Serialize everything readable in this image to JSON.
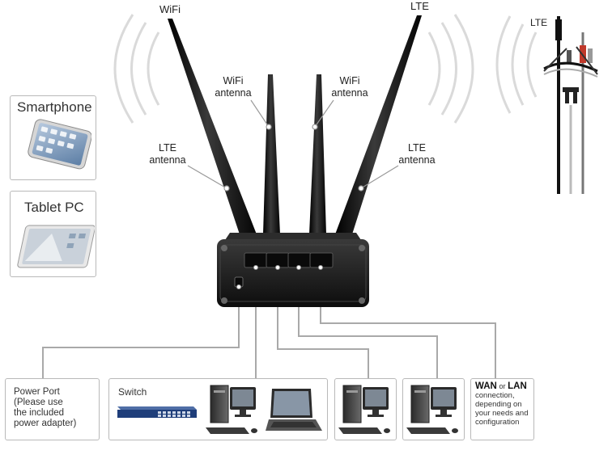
{
  "signal_labels": {
    "wifi": "WiFi",
    "lte_left": "LTE",
    "lte_tower": "LTE"
  },
  "antenna_labels": {
    "wifi_left": [
      "WiFi",
      "antenna"
    ],
    "wifi_right": [
      "WiFi",
      "antenna"
    ],
    "lte_left": [
      "LTE",
      "antenna"
    ],
    "lte_right": [
      "LTE",
      "antenna"
    ]
  },
  "devices": {
    "smartphone": "Smartphone",
    "tablet": "Tablet PC"
  },
  "power_port": [
    "Power Port",
    "(Please use",
    "the included",
    "power adapter)"
  ],
  "switch_label": "Switch",
  "wan_lan": {
    "wan": "WAN",
    "or": "or",
    "lan": "LAN",
    "desc": [
      "connection,",
      "depending on",
      "your needs and",
      "configuration"
    ]
  },
  "colors": {
    "router": "#1b1b1b",
    "antenna": "#111111",
    "cable": "#a9a9a9",
    "switch_blue": "#1f3e7a",
    "tower_red": "#c0392b"
  }
}
